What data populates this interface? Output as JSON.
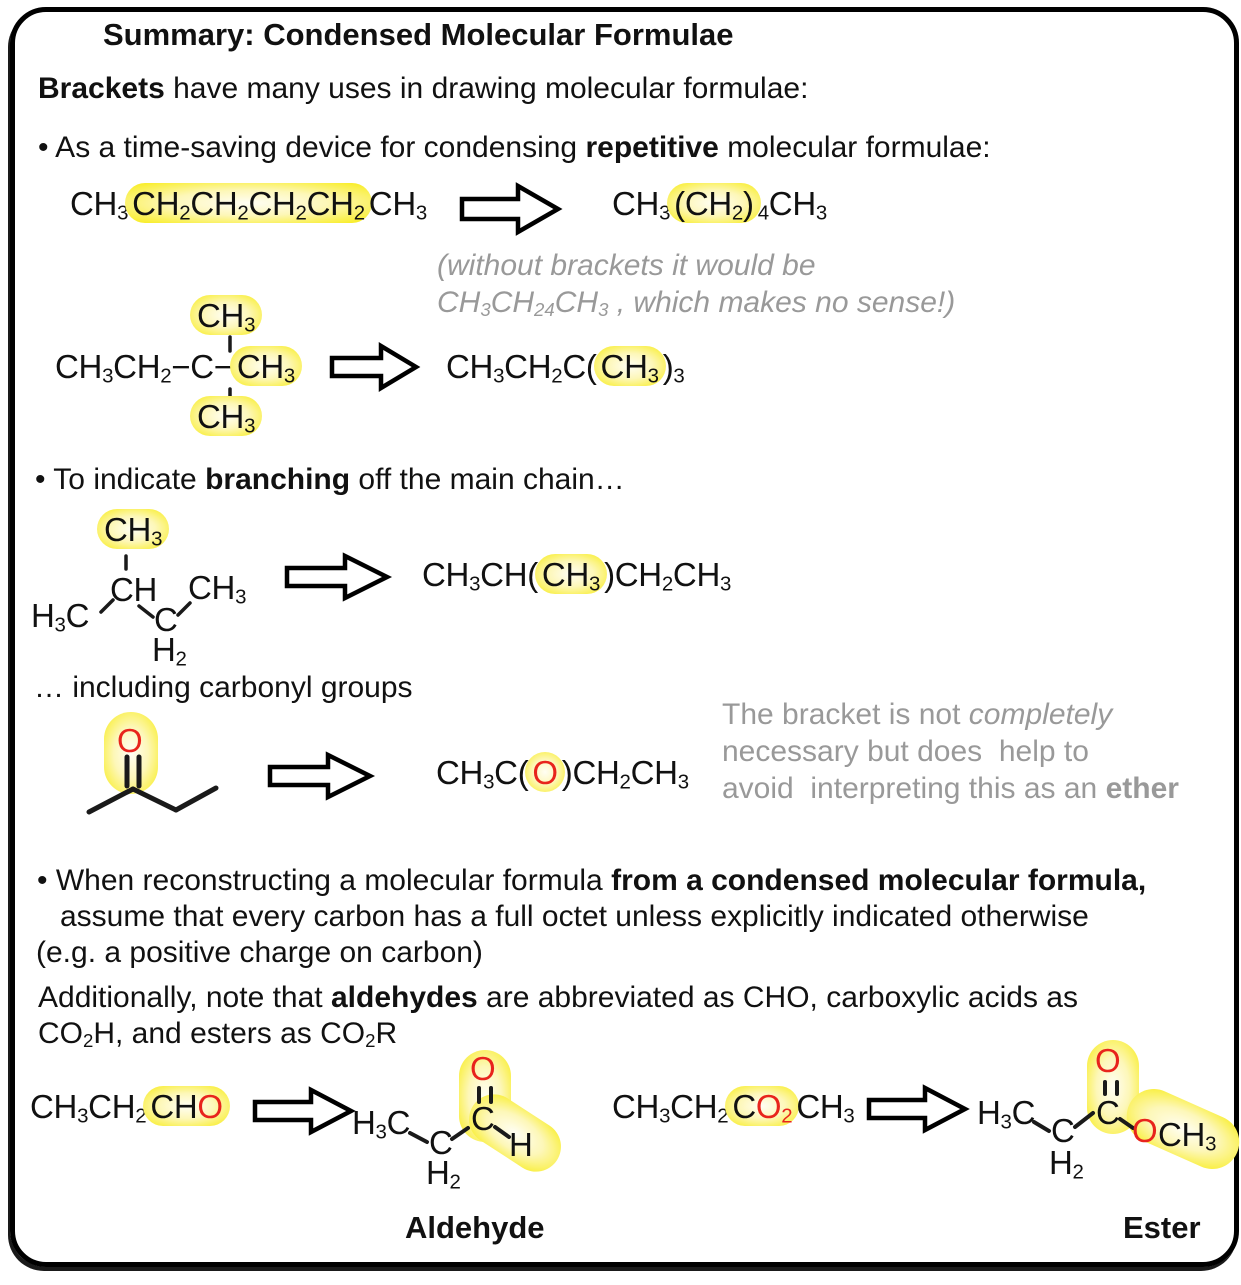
{
  "colors": {
    "highlight": "#f8ec12",
    "red_atom": "#e8241c",
    "gray_note": "#999999",
    "ink": "#111111"
  },
  "header": {
    "title": "Summary: Condensed Molecular Formulae"
  },
  "intro": [
    {
      "t": "Brackets",
      "b": true
    },
    {
      "t": " have many uses in drawing molecular formulae:"
    }
  ],
  "repetitive": {
    "bullet": [
      {
        "t": "• As a time-saving device for condensing "
      },
      {
        "t": "repetitive",
        "b": true
      },
      {
        "t": " molecular formulae:"
      }
    ],
    "hexane_left": [
      {
        "t": "CH"
      },
      {
        "t": "3",
        "sub": true
      },
      {
        "t": "CH",
        "hl": true
      },
      {
        "t": "2",
        "sub": true,
        "hl": true
      },
      {
        "t": "CH",
        "hl": true
      },
      {
        "t": "2",
        "sub": true,
        "hl": true
      },
      {
        "t": "CH",
        "hl": true
      },
      {
        "t": "2",
        "sub": true,
        "hl": true
      },
      {
        "t": "CH",
        "hl": true
      },
      {
        "t": "2",
        "sub": true,
        "hl": true
      },
      {
        "t": "CH"
      },
      {
        "t": "3",
        "sub": true
      }
    ],
    "hexane_right": [
      {
        "t": "CH"
      },
      {
        "t": "3",
        "sub": true
      },
      {
        "t": "(CH",
        "hl": true
      },
      {
        "t": "2",
        "sub": true,
        "hl": true
      },
      {
        "t": ")",
        "hl": true
      },
      {
        "t": "4",
        "sub": true
      },
      {
        "t": "CH"
      },
      {
        "t": "3",
        "sub": true
      }
    ],
    "note_l1": [
      {
        "t": "(without brackets it would be"
      }
    ],
    "note_l2": [
      {
        "t": "CH"
      },
      {
        "t": "3",
        "sub": true
      },
      {
        "t": "CH"
      },
      {
        "t": "24",
        "sub": true
      },
      {
        "t": "CH"
      },
      {
        "t": "3",
        "sub": true
      },
      {
        "t": " , which makes no sense!)"
      }
    ],
    "neopentane_main": [
      {
        "t": "CH"
      },
      {
        "t": "3",
        "sub": true
      },
      {
        "t": "CH"
      },
      {
        "t": "2",
        "sub": true
      },
      {
        "t": "−"
      },
      {
        "t": "C"
      },
      {
        "t": "−"
      },
      {
        "t": "CH",
        "hl": true
      },
      {
        "t": "3",
        "sub": true,
        "hl": true
      }
    ],
    "neopentane_top": [
      {
        "t": "CH",
        "hl": true
      },
      {
        "t": "3",
        "sub": true,
        "hl": true
      }
    ],
    "neopentane_bottom": [
      {
        "t": "CH",
        "hl": true
      },
      {
        "t": "3",
        "sub": true,
        "hl": true
      }
    ],
    "neopentane_right": [
      {
        "t": "CH"
      },
      {
        "t": "3",
        "sub": true
      },
      {
        "t": "CH"
      },
      {
        "t": "2",
        "sub": true
      },
      {
        "t": "C("
      },
      {
        "t": "CH",
        "hl": true
      },
      {
        "t": "3",
        "sub": true,
        "hl": true
      },
      {
        "t": ")"
      },
      {
        "t": "3",
        "sub": true
      }
    ]
  },
  "branching": {
    "bullet": [
      {
        "t": "• To indicate "
      },
      {
        "t": "branching",
        "b": true
      },
      {
        "t": " off the main chain…"
      }
    ],
    "structure": {
      "top_ch3": [
        {
          "t": "CH",
          "hl": true
        },
        {
          "t": "3",
          "sub": true,
          "hl": true
        }
      ],
      "ch": "CH",
      "h3c": [
        {
          "t": "H"
        },
        {
          "t": "3",
          "sub": true
        },
        {
          "t": "C"
        }
      ],
      "c": "C",
      "h2": [
        {
          "t": "H"
        },
        {
          "t": "2",
          "sub": true
        }
      ],
      "ch3": [
        {
          "t": "CH"
        },
        {
          "t": "3",
          "sub": true
        }
      ]
    },
    "result": [
      {
        "t": "CH"
      },
      {
        "t": "3",
        "sub": true
      },
      {
        "t": "CH("
      },
      {
        "t": "CH",
        "hl": true
      },
      {
        "t": "3",
        "sub": true,
        "hl": true
      },
      {
        "t": ")CH"
      },
      {
        "t": "2",
        "sub": true
      },
      {
        "t": "CH"
      },
      {
        "t": "3",
        "sub": true
      }
    ]
  },
  "carbonyl": {
    "line": "… including carbonyl groups",
    "o": "O",
    "result": [
      {
        "t": "CH"
      },
      {
        "t": "3",
        "sub": true
      },
      {
        "t": "C("
      },
      {
        "t": "O",
        "red": true,
        "hl": true
      },
      {
        "t": ")CH"
      },
      {
        "t": "2",
        "sub": true
      },
      {
        "t": "CH"
      },
      {
        "t": "3",
        "sub": true
      }
    ],
    "note_l1": [
      {
        "t": "The bracket is not "
      },
      {
        "t": "completely",
        "i": true
      }
    ],
    "note_l2": [
      {
        "t": "necessary but does  help to"
      }
    ],
    "note_l3": [
      {
        "t": "avoid  interpreting this as an "
      },
      {
        "t": "ether",
        "b": true
      }
    ]
  },
  "reconstruct": {
    "l1": [
      {
        "t": "• When reconstructing a molecular formula "
      },
      {
        "t": "from a condensed molecular formula,",
        "b": true
      }
    ],
    "l2": "assume that every carbon has a full octet unless explicitly indicated otherwise",
    "l3": "(e.g. a positive charge on carbon)"
  },
  "abbrev": {
    "l1": [
      {
        "t": "Additionally, note that "
      },
      {
        "t": "aldehydes",
        "b": true
      },
      {
        "t": " are abbreviated as CHO, carboxylic acids as"
      }
    ],
    "l2": [
      {
        "t": "CO"
      },
      {
        "t": "2",
        "sub": true
      },
      {
        "t": "H, and esters as CO"
      },
      {
        "t": "2",
        "sub": true
      },
      {
        "t": "R"
      }
    ]
  },
  "aldehyde": {
    "left": [
      {
        "t": "CH"
      },
      {
        "t": "3",
        "sub": true
      },
      {
        "t": "CH"
      },
      {
        "t": "2",
        "sub": true
      },
      {
        "t": "CH",
        "hl": true
      },
      {
        "t": "O",
        "red": true,
        "hl": true
      }
    ],
    "structure": {
      "h3c": [
        {
          "t": "H"
        },
        {
          "t": "3",
          "sub": true
        },
        {
          "t": "C"
        }
      ],
      "c": "C",
      "h2": [
        {
          "t": "H"
        },
        {
          "t": "2",
          "sub": true
        }
      ],
      "carbonyl_c": "C",
      "o": "O",
      "h": "H"
    },
    "label": "Aldehyde"
  },
  "ester": {
    "left": [
      {
        "t": "CH"
      },
      {
        "t": "3",
        "sub": true
      },
      {
        "t": "CH"
      },
      {
        "t": "2",
        "sub": true
      },
      {
        "t": "C",
        "hl": true
      },
      {
        "t": "O",
        "red": true,
        "hl": true
      },
      {
        "t": "2",
        "sub": true,
        "red": true,
        "hl": true
      },
      {
        "t": "CH"
      },
      {
        "t": "3",
        "sub": true
      }
    ],
    "structure": {
      "h3c": [
        {
          "t": "H"
        },
        {
          "t": "3",
          "sub": true
        },
        {
          "t": "C"
        }
      ],
      "c": "C",
      "h2": [
        {
          "t": "H"
        },
        {
          "t": "2",
          "sub": true
        }
      ],
      "carbonyl_c": "C",
      "o_top": "O",
      "o_ester": "O",
      "och3": [
        {
          "t": "CH"
        },
        {
          "t": "3",
          "sub": true
        }
      ]
    },
    "label": "Ester"
  }
}
